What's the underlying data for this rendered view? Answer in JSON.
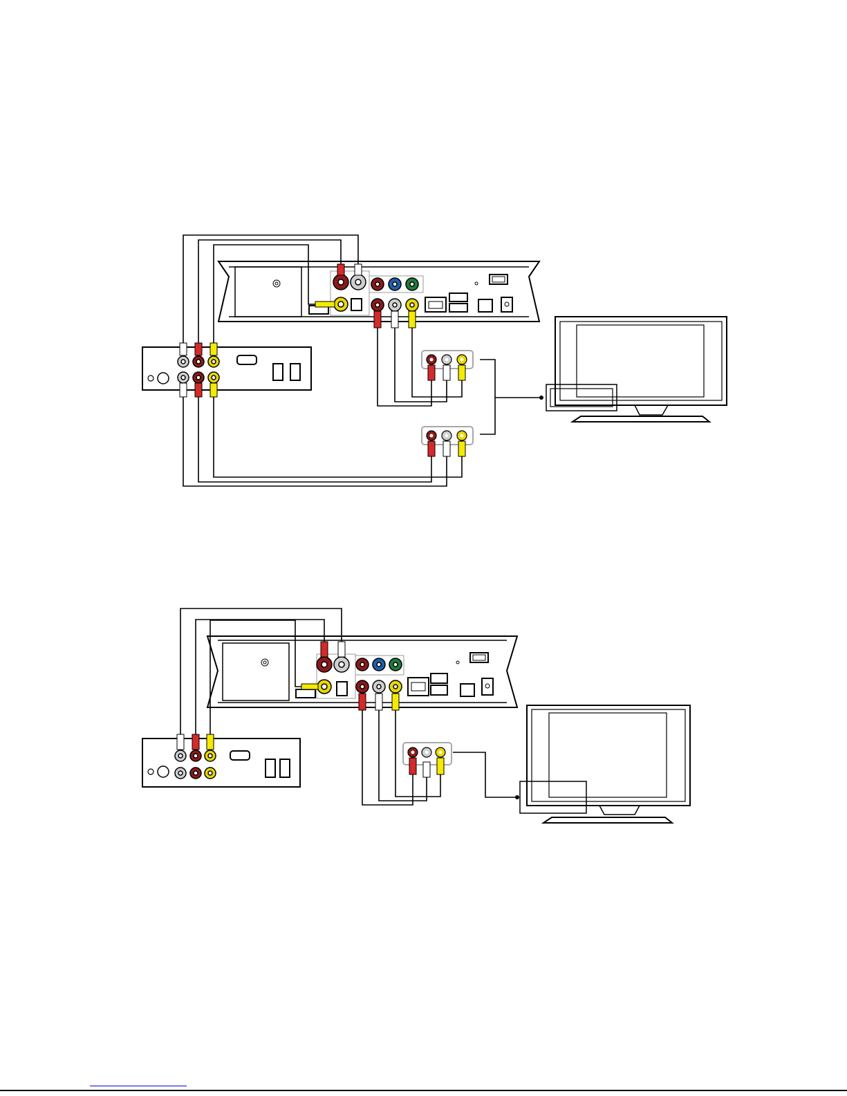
{
  "colors": {
    "line": "#000000",
    "red_jack": "#8b1a1a",
    "red_plug": "#d42a2a",
    "white_jack": "#cfcfcf",
    "yellow_jack": "#e8d800",
    "yellow_plug": "#f5ea00",
    "blue_jack": "#1f5fa8",
    "green_jack": "#1f7a3a",
    "panel_grey": "#a8a8a8",
    "footer_link": "#0000ee"
  },
  "icons": [
    "hdmi-port-icon",
    "optical-port-icon",
    "ethernet-port-icon",
    "usb-port-icon",
    "usb-b-port-icon",
    "dc-power-port-icon",
    "power-switch-icon",
    "rca-jack-icon",
    "rca-plug-icon",
    "scart-port-icon",
    "tv-monitor-icon"
  ],
  "diagrams": [
    {
      "id": "vcr-and-tv-two-inputs",
      "tv_inputs": 2
    },
    {
      "id": "vcr-and-tv-one-input",
      "tv_inputs": 1
    }
  ]
}
